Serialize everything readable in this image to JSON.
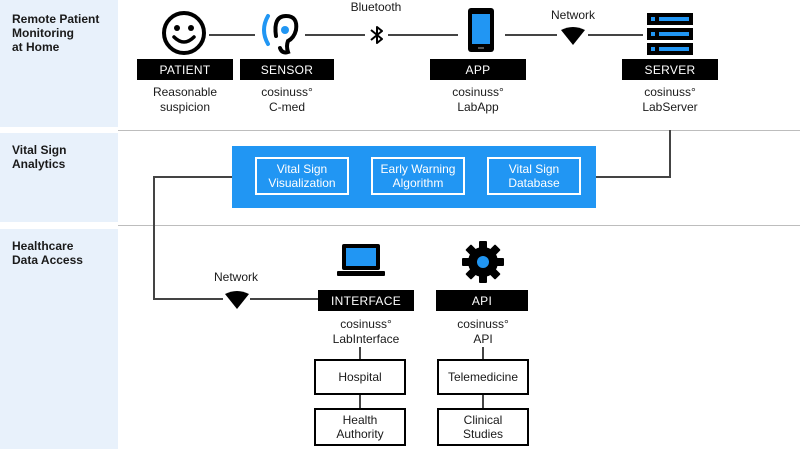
{
  "bands": [
    {
      "label": "Remote Patient\nMonitoring\nat Home"
    },
    {
      "label": "Vital Sign\nAnalytics"
    },
    {
      "label": "Healthcare\nData Access"
    }
  ],
  "nodes": {
    "patient": {
      "label": "PATIENT",
      "caption": "Reasonable\nsuspicion"
    },
    "sensor": {
      "label": "SENSOR",
      "caption": "cosinuss°\nC-med"
    },
    "app": {
      "label": "APP",
      "caption": "cosinuss°\nLabApp"
    },
    "server": {
      "label": "SERVER",
      "caption": "cosinuss°\nLabServer"
    },
    "interface": {
      "label": "INTERFACE",
      "caption": "cosinuss°\nLabInterface"
    },
    "api": {
      "label": "API",
      "caption": "cosinuss°\nAPI"
    }
  },
  "connections": {
    "bluetooth": "Bluetooth",
    "network_top": "Network",
    "network_bottom": "Network"
  },
  "analytics": [
    {
      "label": "Vital Sign\nVisualization"
    },
    {
      "label": "Early Warning\nAlgorithm"
    },
    {
      "label": "Vital Sign\nDatabase"
    }
  ],
  "outputs": {
    "hospital": "Hospital",
    "health_authority": "Health\nAuthority",
    "telemedicine": "Telemedicine",
    "clinical_studies": "Clinical\nStudies"
  },
  "colors": {
    "accent_blue": "#2196f3",
    "band_background": "#e8f1fb",
    "block_black": "#000000"
  },
  "icons": [
    "smiley-face-icon",
    "ear-sensor-icon",
    "bluetooth-icon",
    "smartphone-icon",
    "wifi-icon",
    "server-rack-icon",
    "laptop-icon",
    "gear-icon"
  ]
}
